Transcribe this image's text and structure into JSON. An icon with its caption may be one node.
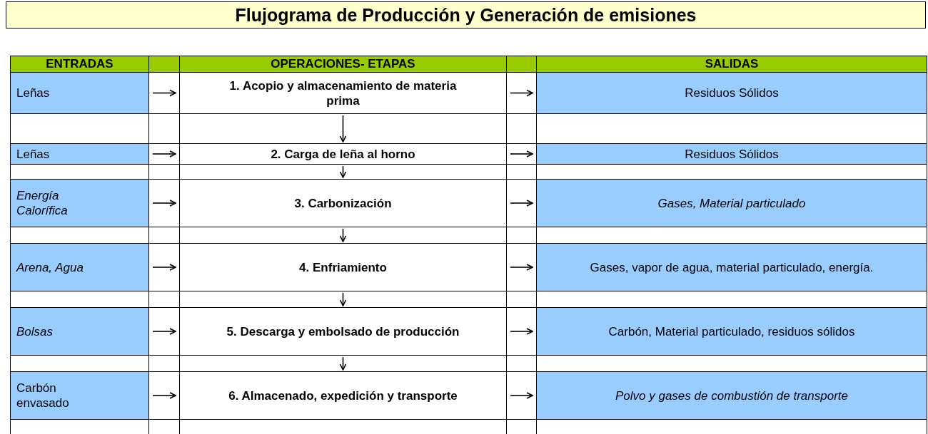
{
  "diagram": {
    "title": "Flujograma de Producción y Generación de emisiones",
    "nodes": [
      {
        "text": [
          "Leñas"
        ]
      },
      {
        "text": [
          "1. Acopio y almacenamiento de materia prima"
        ]
      },
      {
        "text": [
          "Residuos Sólidos"
        ]
      },
      {
        "text": [
          "Leñas"
        ]
      },
      {
        "text": [
          "2. Carga de leña al horno"
        ]
      },
      {
        "text": [
          "Residuos Sólidos"
        ]
      },
      {
        "text": [
          "Energía Calorífica"
        ]
      },
      {
        "text": [
          "3. Carbonización"
        ]
      },
      {
        "text": [
          "Gases, Material particulado"
        ]
      },
      {
        "text": [
          "Arena, Agua"
        ]
      },
      {
        "text": [
          "4. Enfriamiento"
        ]
      },
      {
        "text": [
          "Gases, vapor de agua, material particulado, energía."
        ]
      },
      {
        "text": [
          "Bolsas"
        ]
      },
      {
        "text": [
          "5. Descarga y embolsado de producción"
        ]
      },
      {
        "text": [
          "Carbón, Material particulado, residuos sólidos"
        ]
      },
      {
        "text": [
          "Carbón envasado"
        ]
      },
      {
        "text": [
          "6. Almacenado, expedición y transporte"
        ]
      },
      {
        "text": [
          "Polvo y gases de combustión de transporte"
        ]
      }
    ],
    "edges": [
      {
        "from": 0,
        "to": 1,
        "arrow": "to"
      },
      {
        "from": 1,
        "to": 2,
        "arrow": "to"
      },
      {
        "from": 1,
        "to": 4,
        "arrow": "to"
      },
      {
        "from": 3,
        "to": 4,
        "arrow": "to"
      },
      {
        "from": 4,
        "to": 5,
        "arrow": "to"
      },
      {
        "from": 4,
        "to": 7,
        "arrow": "to"
      },
      {
        "from": 6,
        "to": 7,
        "arrow": "to"
      },
      {
        "from": 7,
        "to": 8,
        "arrow": "to"
      },
      {
        "from": 7,
        "to": 10,
        "arrow": "to"
      },
      {
        "from": 9,
        "to": 10,
        "arrow": "to"
      },
      {
        "from": 10,
        "to": 11,
        "arrow": "to"
      },
      {
        "from": 10,
        "to": 13,
        "arrow": "to"
      },
      {
        "from": 12,
        "to": 13,
        "arrow": "to"
      },
      {
        "from": 13,
        "to": 14,
        "arrow": "to"
      },
      {
        "from": 13,
        "to": 16,
        "arrow": "to"
      },
      {
        "from": 15,
        "to": 16,
        "arrow": "to"
      },
      {
        "from": 16,
        "to": 17,
        "arrow": "to"
      }
    ],
    "labels": [
      "ENTRADAS",
      "OPERACIONES- ETAPAS",
      "SALIDAS"
    ]
  }
}
